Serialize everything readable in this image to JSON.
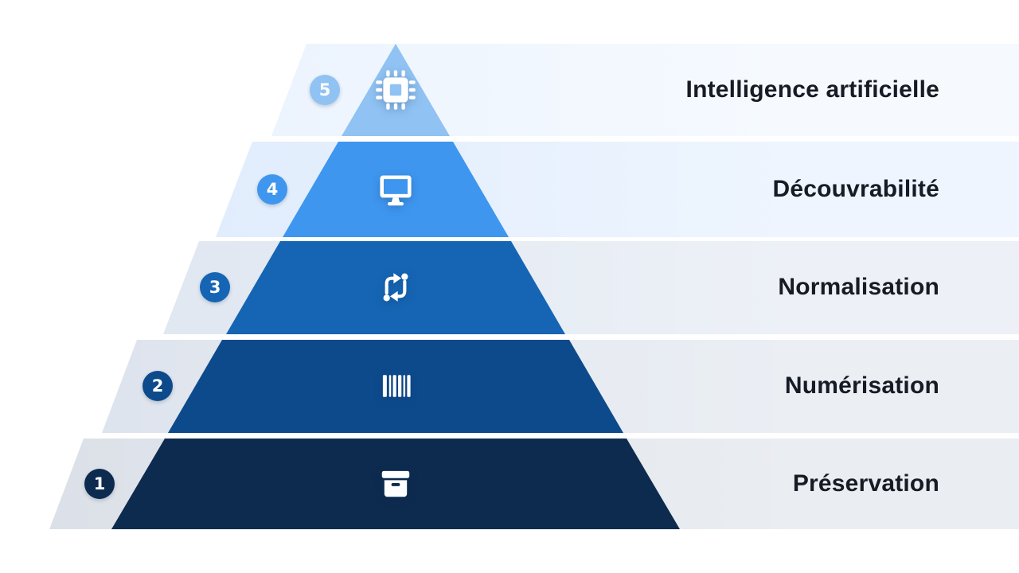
{
  "diagram": {
    "type": "pyramid",
    "orientation": "numbered bottom-up, displayed top-down",
    "label_color": "#161b24",
    "number_color": "#ffffff",
    "icon_color": "#ffffff",
    "background_color": "#ffffff",
    "separator_color": "#ffffff",
    "levels": [
      {
        "number": "5",
        "label": "Intelligence artificielle",
        "icon": "cpu-chip-icon",
        "colors": {
          "segment": "#90c2f3",
          "band_left": "#e7f1fd",
          "band_right": "#f6faff"
        }
      },
      {
        "number": "4",
        "label": "Découvrabilité",
        "icon": "desktop-monitor-icon",
        "colors": {
          "segment": "#3e96ef",
          "band_left": "#dceafc",
          "band_right": "#eef5fe"
        }
      },
      {
        "number": "3",
        "label": "Normalisation",
        "icon": "sync-arrows-icon",
        "colors": {
          "segment": "#1565b4",
          "band_left": "#dde5f0",
          "band_right": "#edf1f7"
        }
      },
      {
        "number": "2",
        "label": "Numérisation",
        "icon": "barcode-icon",
        "colors": {
          "segment": "#0d4a8c",
          "band_left": "#dce2ec",
          "band_right": "#ebeff4"
        }
      },
      {
        "number": "1",
        "label": "Préservation",
        "icon": "archive-box-icon",
        "colors": {
          "segment": "#0d2b4e",
          "band_left": "#dbe0e8",
          "band_right": "#eaedf1"
        }
      }
    ]
  }
}
